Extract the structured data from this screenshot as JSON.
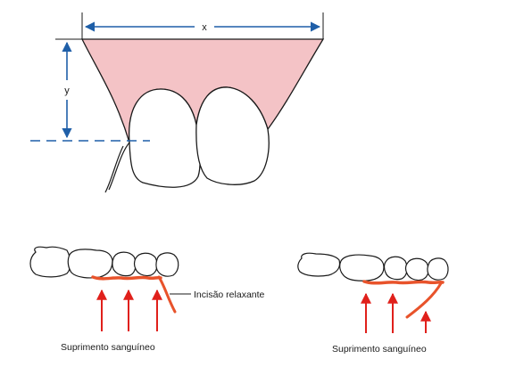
{
  "top_figure": {
    "width_label": "x",
    "height_label": "y",
    "colors": {
      "flap": "#f4c3c6",
      "dimension": "#1f5fa8",
      "outline": "#1a1a1a"
    }
  },
  "bottom_left": {
    "incision_label": "Incisão relaxante",
    "blood_supply_label": "Suprimento sanguíneo",
    "colors": {
      "incision": "#e8532b",
      "arrow": "#e0201b"
    }
  },
  "bottom_right": {
    "blood_supply_label": "Suprimento sanguíneo",
    "colors": {
      "incision": "#e8532b",
      "arrow": "#e0201b"
    }
  }
}
